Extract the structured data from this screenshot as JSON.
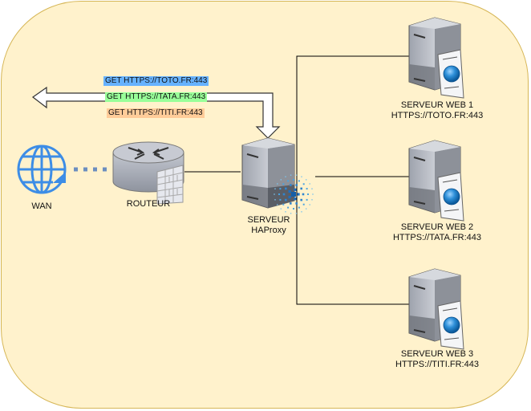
{
  "diagram": {
    "background_color": "#fff2cc",
    "border_color": "#d6b656",
    "requests": [
      {
        "text": "GET  HTTPS://TOTO.FR:443",
        "color": "#66b2ff"
      },
      {
        "text": "GET  HTTPS://TATA.FR:443",
        "color": "#99ff99"
      },
      {
        "text": "GET  HTTPS://TITI.FR:443",
        "color": "#ffcc99"
      }
    ],
    "nodes": {
      "wan": {
        "label": "WAN"
      },
      "router": {
        "label": "ROUTEUR"
      },
      "haproxy": {
        "label_line1": "SERVEUR",
        "label_line2": "HAProxy"
      },
      "web1": {
        "label_line1": "SERVEUR WEB 1",
        "label_line2": "HTTPS://TOTO.FR:443"
      },
      "web2": {
        "label_line1": "SERVEUR WEB 2",
        "label_line2": "HTTPS://TATA.FR:443"
      },
      "web3": {
        "label_line1": "SERVEUR WEB 3",
        "label_line2": "HTTPS://TITI.FR:443"
      }
    }
  }
}
